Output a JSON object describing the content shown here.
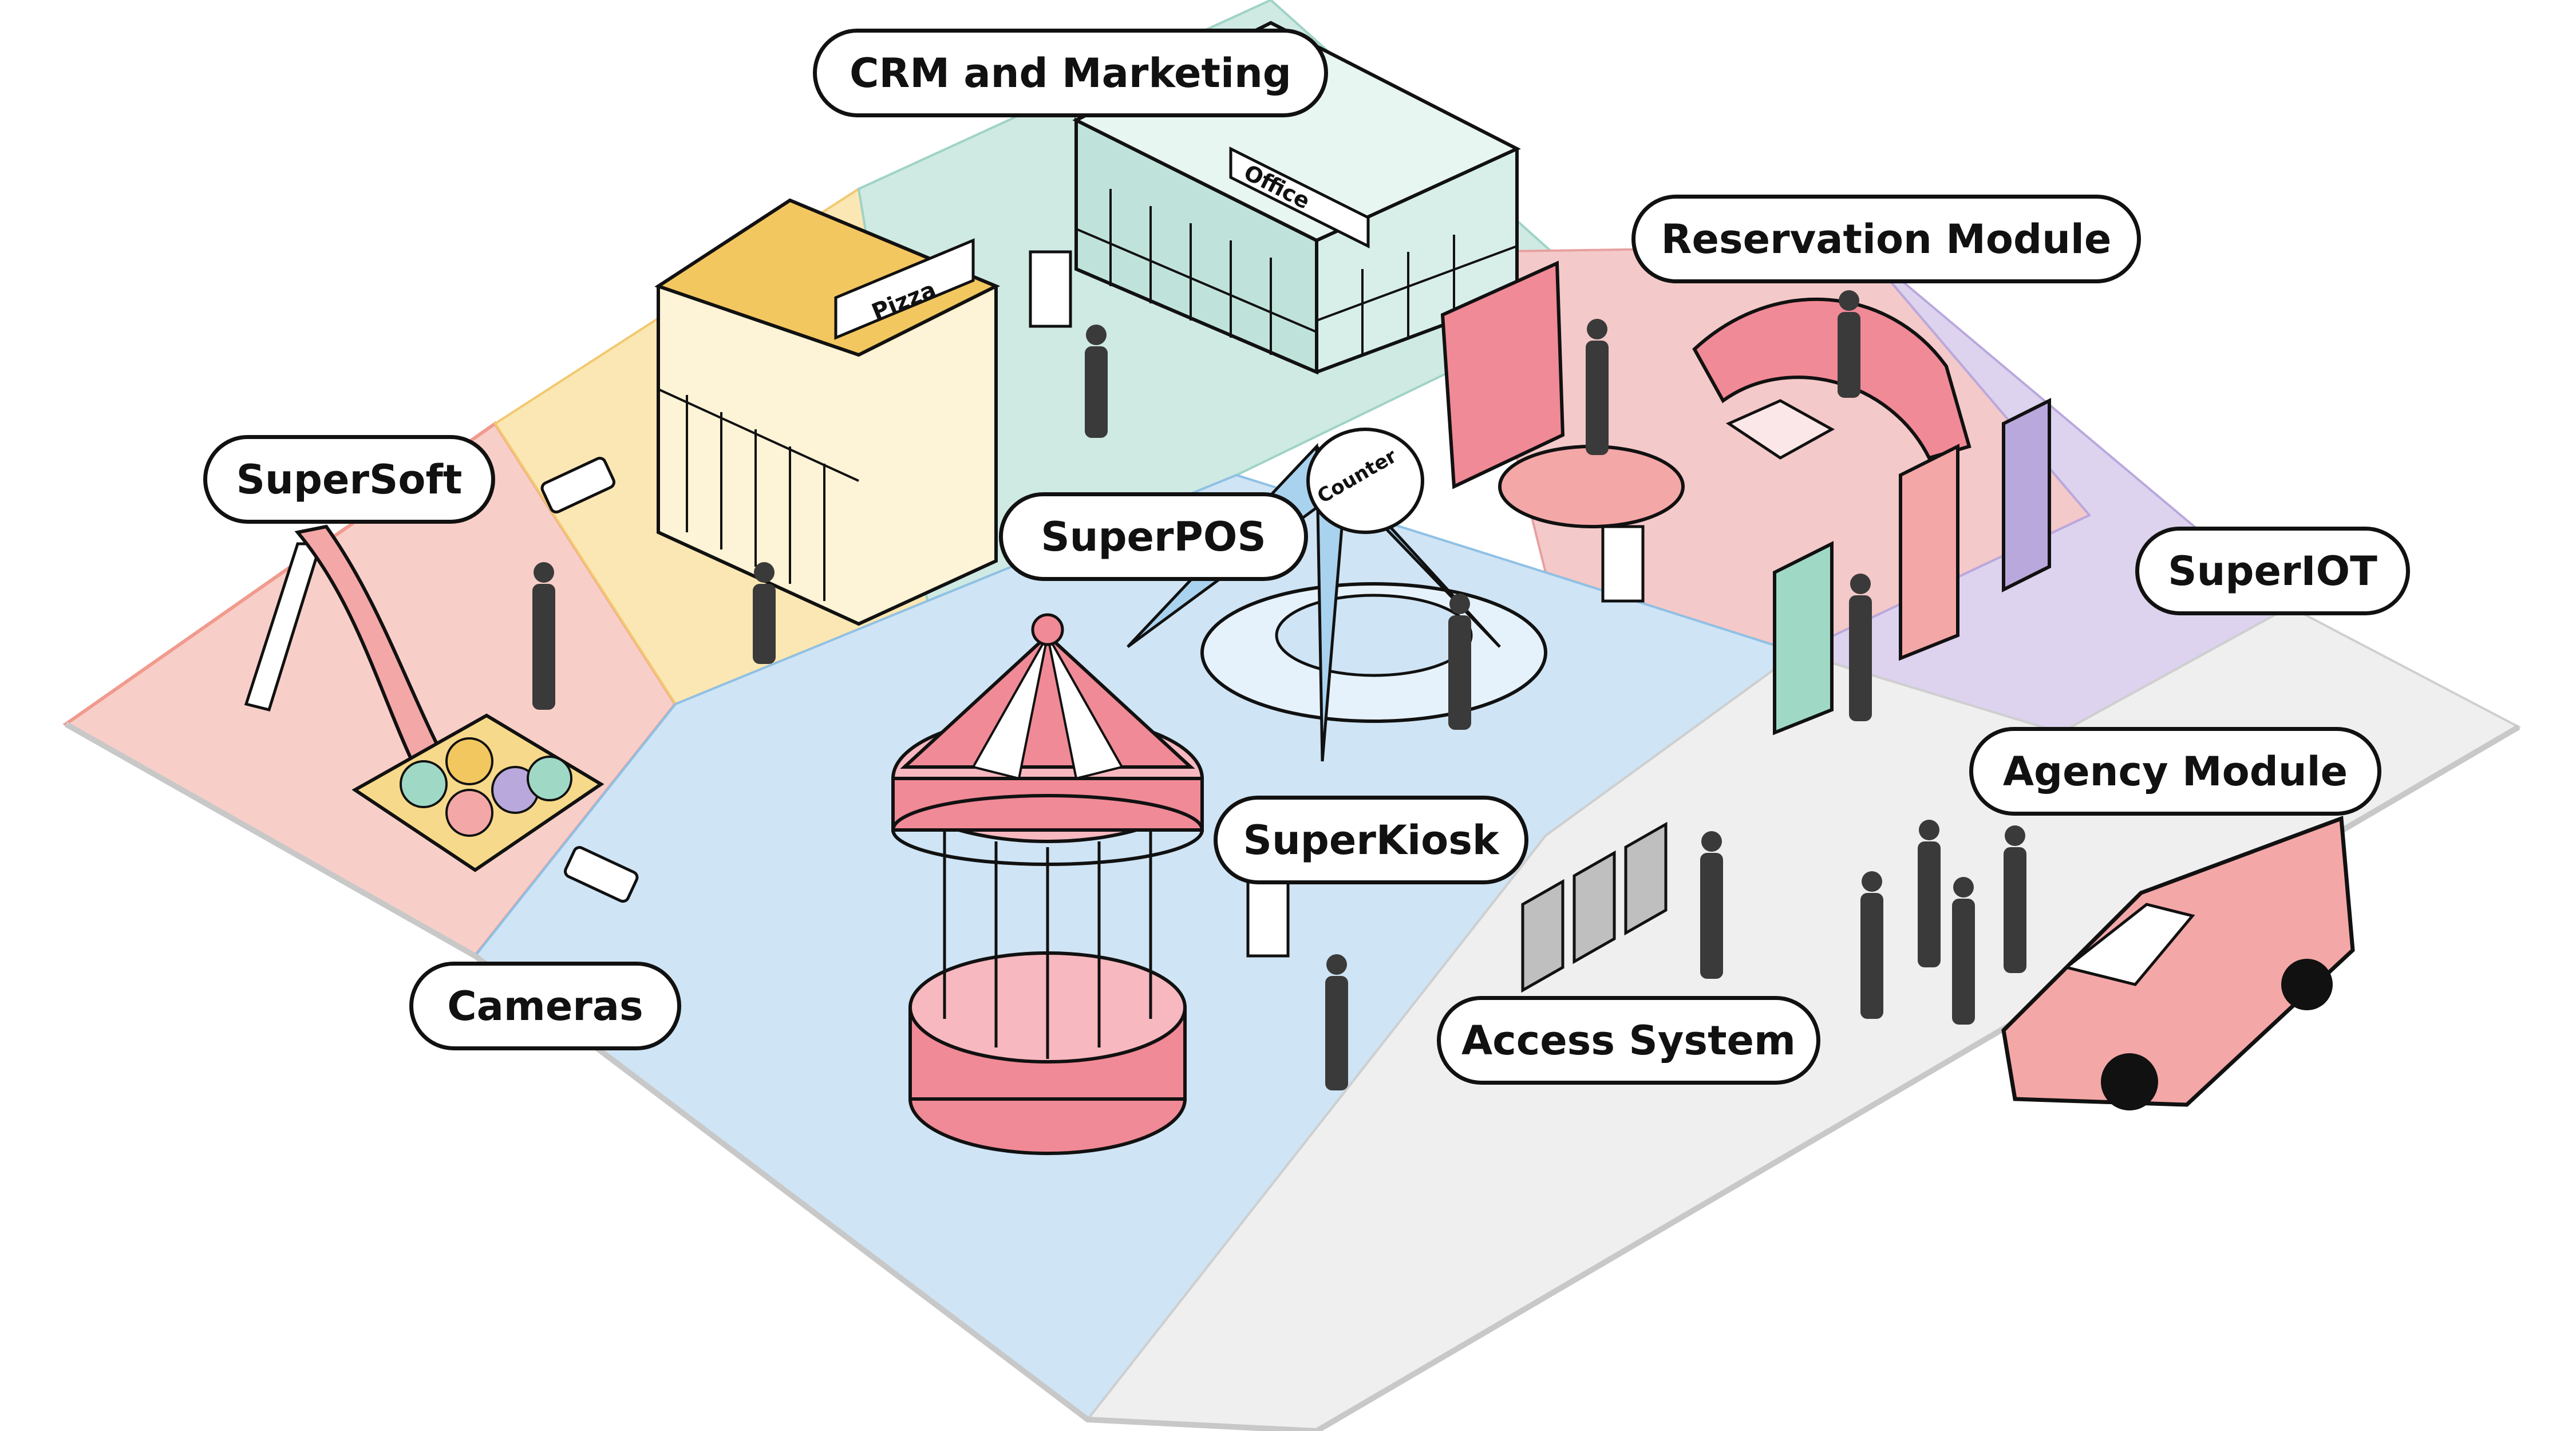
{
  "colors": {
    "playground": "#f8cfc8",
    "food": "#fbe7b3",
    "office": "#cfe9e3",
    "entertainment": "#f4c9c9",
    "arcade": "#ddd3ee",
    "central": "#cfe4f4",
    "entrance": "#efefef",
    "accent_pink": "#f08a96",
    "outline": "#111111"
  },
  "labels": {
    "crm": "CRM and Marketing",
    "reservation": "Reservation Module",
    "supersoft": "SuperSoft",
    "superpos": "SuperPOS",
    "superiot": "SuperIOT",
    "agency": "Agency Module",
    "superkiosk": "SuperKiosk",
    "cameras": "Cameras",
    "access": "Access System"
  },
  "signs": {
    "office": "Office",
    "pizza": "Pizza",
    "counter": "Counter"
  }
}
